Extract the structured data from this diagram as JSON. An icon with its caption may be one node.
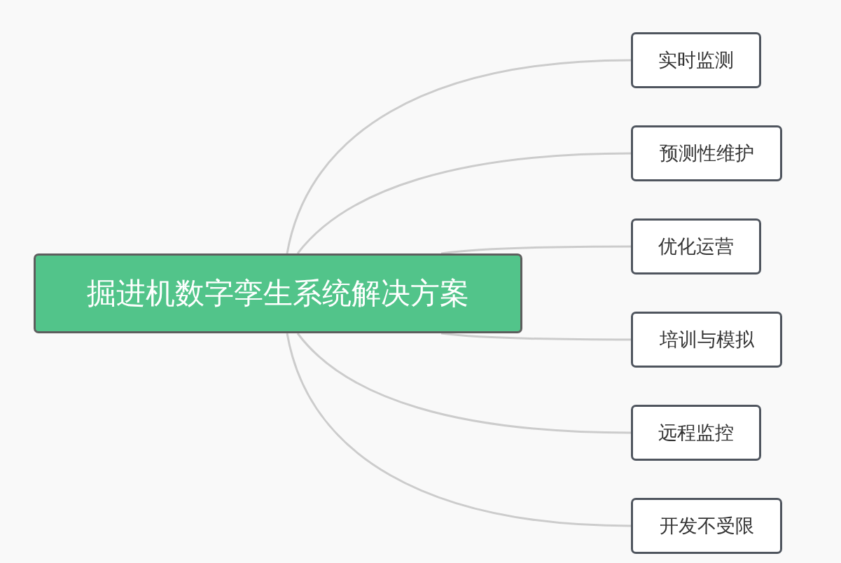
{
  "diagram": {
    "nodes": [
      {
        "text": [
          "掘进机数字孪生系统解决方案"
        ]
      },
      {
        "text": [
          "实时监测"
        ]
      },
      {
        "text": [
          "预测性维护"
        ]
      },
      {
        "text": [
          "优化运营"
        ]
      },
      {
        "text": [
          "培训与模拟"
        ]
      },
      {
        "text": [
          "远程监控"
        ]
      },
      {
        "text": [
          "开发不受限"
        ]
      }
    ],
    "edges": [
      {
        "from": 0,
        "to": 1,
        "arrow": "none"
      },
      {
        "from": 0,
        "to": 2,
        "arrow": "none"
      },
      {
        "from": 0,
        "to": 3,
        "arrow": "none"
      },
      {
        "from": 0,
        "to": 4,
        "arrow": "none"
      },
      {
        "from": 0,
        "to": 5,
        "arrow": "none"
      },
      {
        "from": 0,
        "to": 6,
        "arrow": "none"
      }
    ]
  }
}
